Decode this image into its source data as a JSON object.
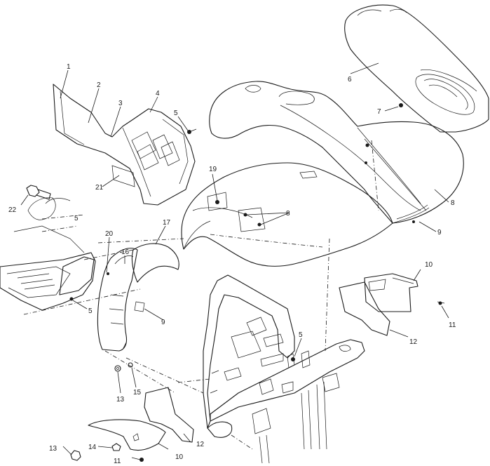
{
  "callouts": {
    "c1": "1",
    "c2": "2",
    "c3": "3",
    "c4": "4",
    "c5a": "5",
    "c5b": "5",
    "c5c": "5",
    "c5d": "5",
    "c6": "6",
    "c7": "7",
    "c8a": "8",
    "c8b": "8",
    "c9a": "9",
    "c9b": "9",
    "c10a": "10",
    "c10b": "10",
    "c11a": "11",
    "c11b": "11",
    "c12a": "12",
    "c12b": "12",
    "c13a": "13",
    "c13b": "13",
    "c14": "14",
    "c15": "15",
    "c16": "16",
    "c17": "17",
    "c19": "19",
    "c20": "20",
    "c21": "21",
    "c22": "22"
  },
  "colors": {
    "ink": "#1a1a1a",
    "paper": "#ffffff"
  }
}
